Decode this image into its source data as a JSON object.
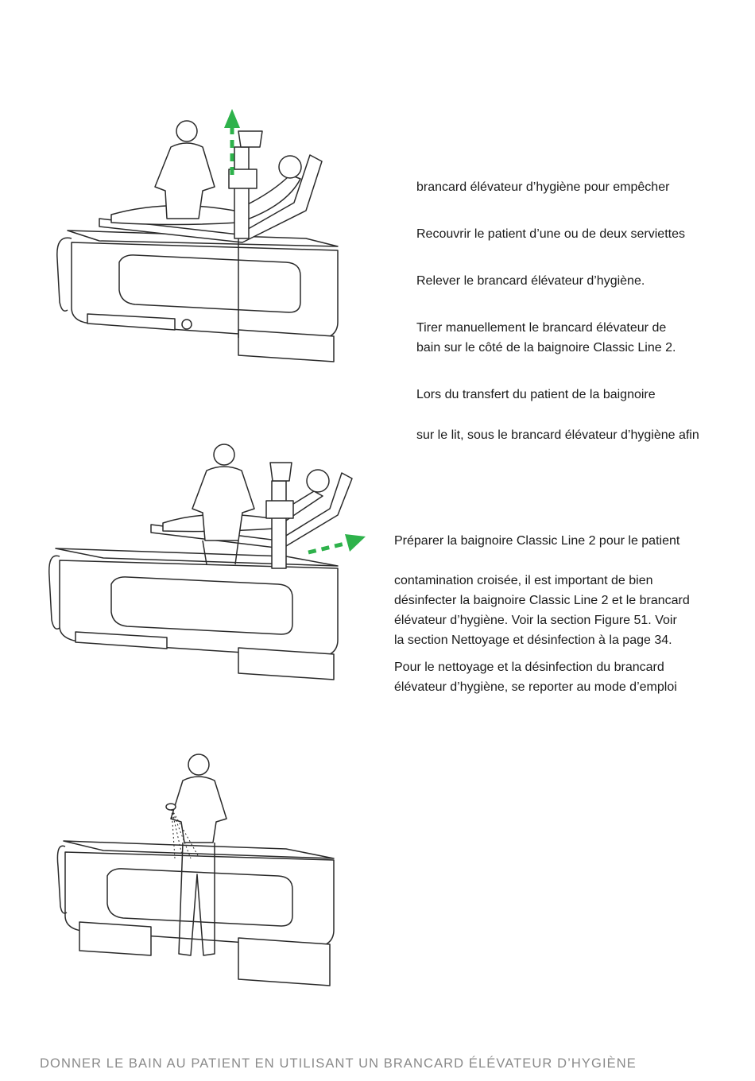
{
  "section1": {
    "lines": [
      "brancard élévateur d’hygiène pour empêcher",
      "Recouvrir le patient d’une ou de deux serviettes",
      "Relever le brancard élévateur d’hygiène.",
      "Tirer manuellement le brancard élévateur de",
      "bain sur le côté de la baignoire Classic Line 2.",
      "Lors du transfert du patient de la baignoire",
      "sur le lit, sous le brancard élévateur d’hygiène afin"
    ]
  },
  "section2": {
    "heading": "Préparer la baignoire Classic Line 2 pour le patient",
    "para1": [
      "contamination croisée, il est important de bien",
      "désinfecter la baignoire Classic Line 2 et le brancard",
      "élévateur d’hygiène. Voir la section Figure 51. Voir",
      "la section Nettoyage et désinfection à la page 34."
    ],
    "para2": [
      "Pour le nettoyage et la désinfection du brancard",
      "élévateur d’hygiène, se reporter au mode d’emploi"
    ]
  },
  "footer": {
    "text": "DONNER LE BAIN AU PATIENT EN UTILISANT UN BRANCARD ÉLÉVATEUR D’HYGIÈNE"
  },
  "colors": {
    "arrow": "#2eb24b",
    "line": "#2a2a2a",
    "footer": "#8a8a8a"
  }
}
